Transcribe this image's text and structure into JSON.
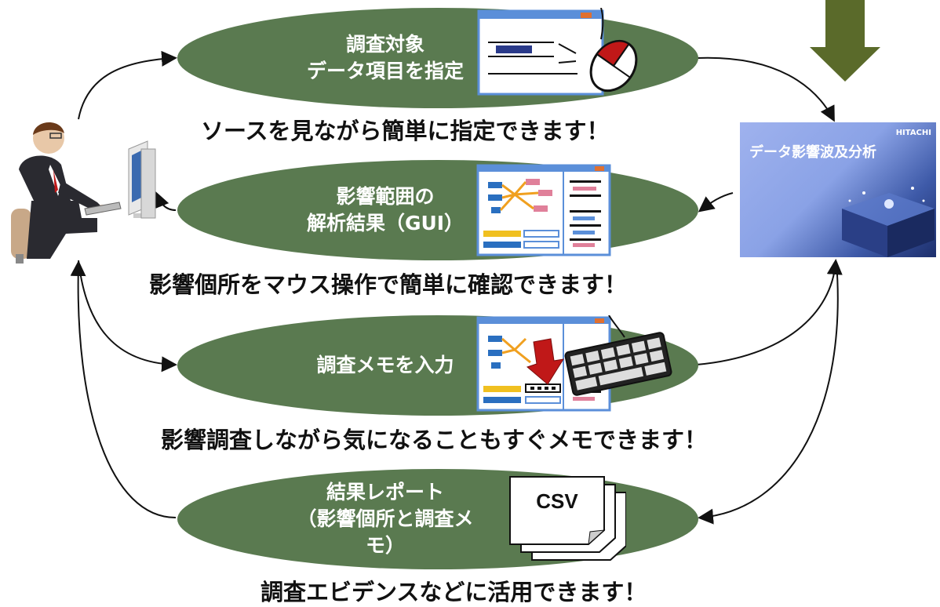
{
  "steps": [
    {
      "line1": "調査対象",
      "line2": "データ項目を指定",
      "caption": "ソースを見ながら簡単に指定できます！"
    },
    {
      "line1": "影響範囲の",
      "line2": "解析結果（GUI）",
      "caption": "影響個所をマウス操作で簡単に確認できます！"
    },
    {
      "line1": "調査メモを入力",
      "line2": "",
      "caption": "影響調査しながら気になることもすぐメモできます！"
    },
    {
      "line1": "結果レポート",
      "line2": "（影響個所と調査メモ）",
      "caption": "調査エビデンスなどに活用できます！"
    }
  ],
  "product": {
    "title": "データ影響波及分析",
    "brand": "HITACHI"
  },
  "csv_label": "CSV",
  "colors": {
    "ellipse": "#5a7a50",
    "down_arrow": "#5a6a2a",
    "arrow": "#111111"
  },
  "icons": [
    "user-at-computer-icon",
    "mouse-icon",
    "keyboard-icon",
    "csv-document-icon",
    "down-arrow-icon"
  ]
}
